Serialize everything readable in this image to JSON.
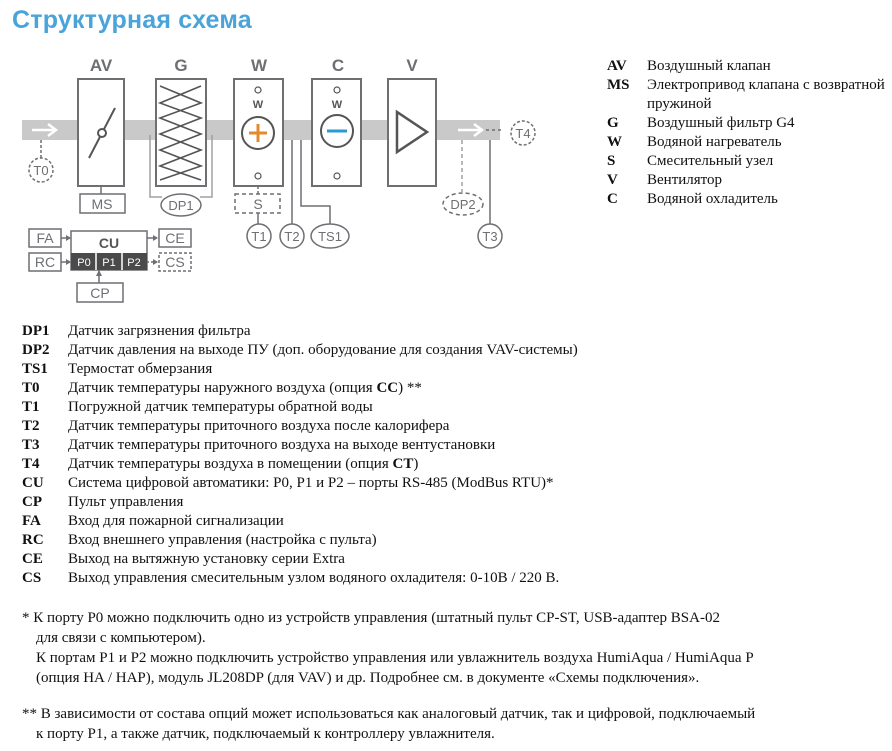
{
  "title": "Структурная схема",
  "diagram": {
    "headers": [
      "AV",
      "G",
      "W",
      "C",
      "V"
    ],
    "w_label": "W",
    "ms": "MS",
    "dp1": "DP1",
    "dp2": "DP2",
    "s": "S",
    "t0": "T0",
    "t1": "T1",
    "t2": "T2",
    "t3": "T3",
    "t4": "T4",
    "ts1": "TS1",
    "cu": "CU",
    "p0": "P0",
    "p1": "P1",
    "p2": "P2",
    "fa": "FA",
    "rc": "RC",
    "ce": "CE",
    "cs": "CS",
    "cp": "CP",
    "colors": {
      "duct": "#c9c9c9",
      "line": "#6d6f72",
      "heater": "#e38b2c",
      "cooler": "#2a9ad3",
      "port": "#4a4a4a",
      "title": "#4aa3d9"
    }
  },
  "legend_top": [
    {
      "key": "AV",
      "text": "Воздушный клапан"
    },
    {
      "key": "MS",
      "text": "Электропривод клапана с возвратной пружиной"
    },
    {
      "key": "G",
      "text": "Воздушный фильтр G4"
    },
    {
      "key": "W",
      "text": "Водяной нагреватель"
    },
    {
      "key": "S",
      "text": "Смесительный узел"
    },
    {
      "key": "V",
      "text": "Вентилятор"
    },
    {
      "key": "C",
      "text": "Водяной охладитель"
    }
  ],
  "legend_bottom": [
    {
      "key": "DP1",
      "pre": "Датчик загрязнения фильтра",
      "bold": "",
      "post": ""
    },
    {
      "key": "DP2",
      "pre": "Датчик давления на выходе ПУ (доп. оборудование для создания VAV-системы)",
      "bold": "",
      "post": ""
    },
    {
      "key": "TS1",
      "pre": "Термостат обмерзания",
      "bold": "",
      "post": ""
    },
    {
      "key": "T0",
      "pre": "Датчик температуры наружного воздуха (опция ",
      "bold": "CC",
      "post": ") **"
    },
    {
      "key": "T1",
      "pre": "Погружной датчик температуры обратной воды",
      "bold": "",
      "post": ""
    },
    {
      "key": "T2",
      "pre": "Датчик температуры приточного воздуха после калорифера",
      "bold": "",
      "post": ""
    },
    {
      "key": "T3",
      "pre": "Датчик температуры приточного воздуха на выходе вентустановки",
      "bold": "",
      "post": ""
    },
    {
      "key": "T4",
      "pre": "Датчик температуры воздуха в помещении (опция ",
      "bold": "CT",
      "post": ")"
    },
    {
      "key": "CU",
      "pre": "Система цифровой автоматики: P0, P1 и P2 – порты RS-485 (ModBus RTU)*",
      "bold": "",
      "post": ""
    },
    {
      "key": "CP",
      "pre": "Пульт управления",
      "bold": "",
      "post": ""
    },
    {
      "key": "FA",
      "pre": "Вход для пожарной сигнализации",
      "bold": "",
      "post": ""
    },
    {
      "key": "RC",
      "pre": "Вход внешнего управления (настройка с пульта)",
      "bold": "",
      "post": ""
    },
    {
      "key": "CE",
      "pre": "Выход на вытяжную установку серии Extra",
      "bold": "",
      "post": ""
    },
    {
      "key": "CS",
      "pre": "Выход управления смесительным узлом водяного охладителя: 0-10В / 220 В.",
      "bold": "",
      "post": ""
    }
  ],
  "notes": {
    "n1_line1": "* К порту P0 можно подключить одно из устройств управления (штатный пульт CP-ST, USB-адаптер BSA-02",
    "n1_line2": "для связи с компьютером).",
    "n1_line3": "К портам P1 и P2 можно подключить устройство управления или увлажнитель воздуха HumiAqua /  HumiAqua P",
    "n1_line4": "(опция HA / HAP), модуль JL208DP (для VAV) и др. Подробнее см. в документе «Схемы подключения».",
    "n2_line1": "** В зависимости от состава опций может использоваться как аналоговый датчик, так и цифровой, подключаемый",
    "n2_line2": "к порту P1, а также датчик, подключаемый к контроллеру увлажнителя."
  }
}
